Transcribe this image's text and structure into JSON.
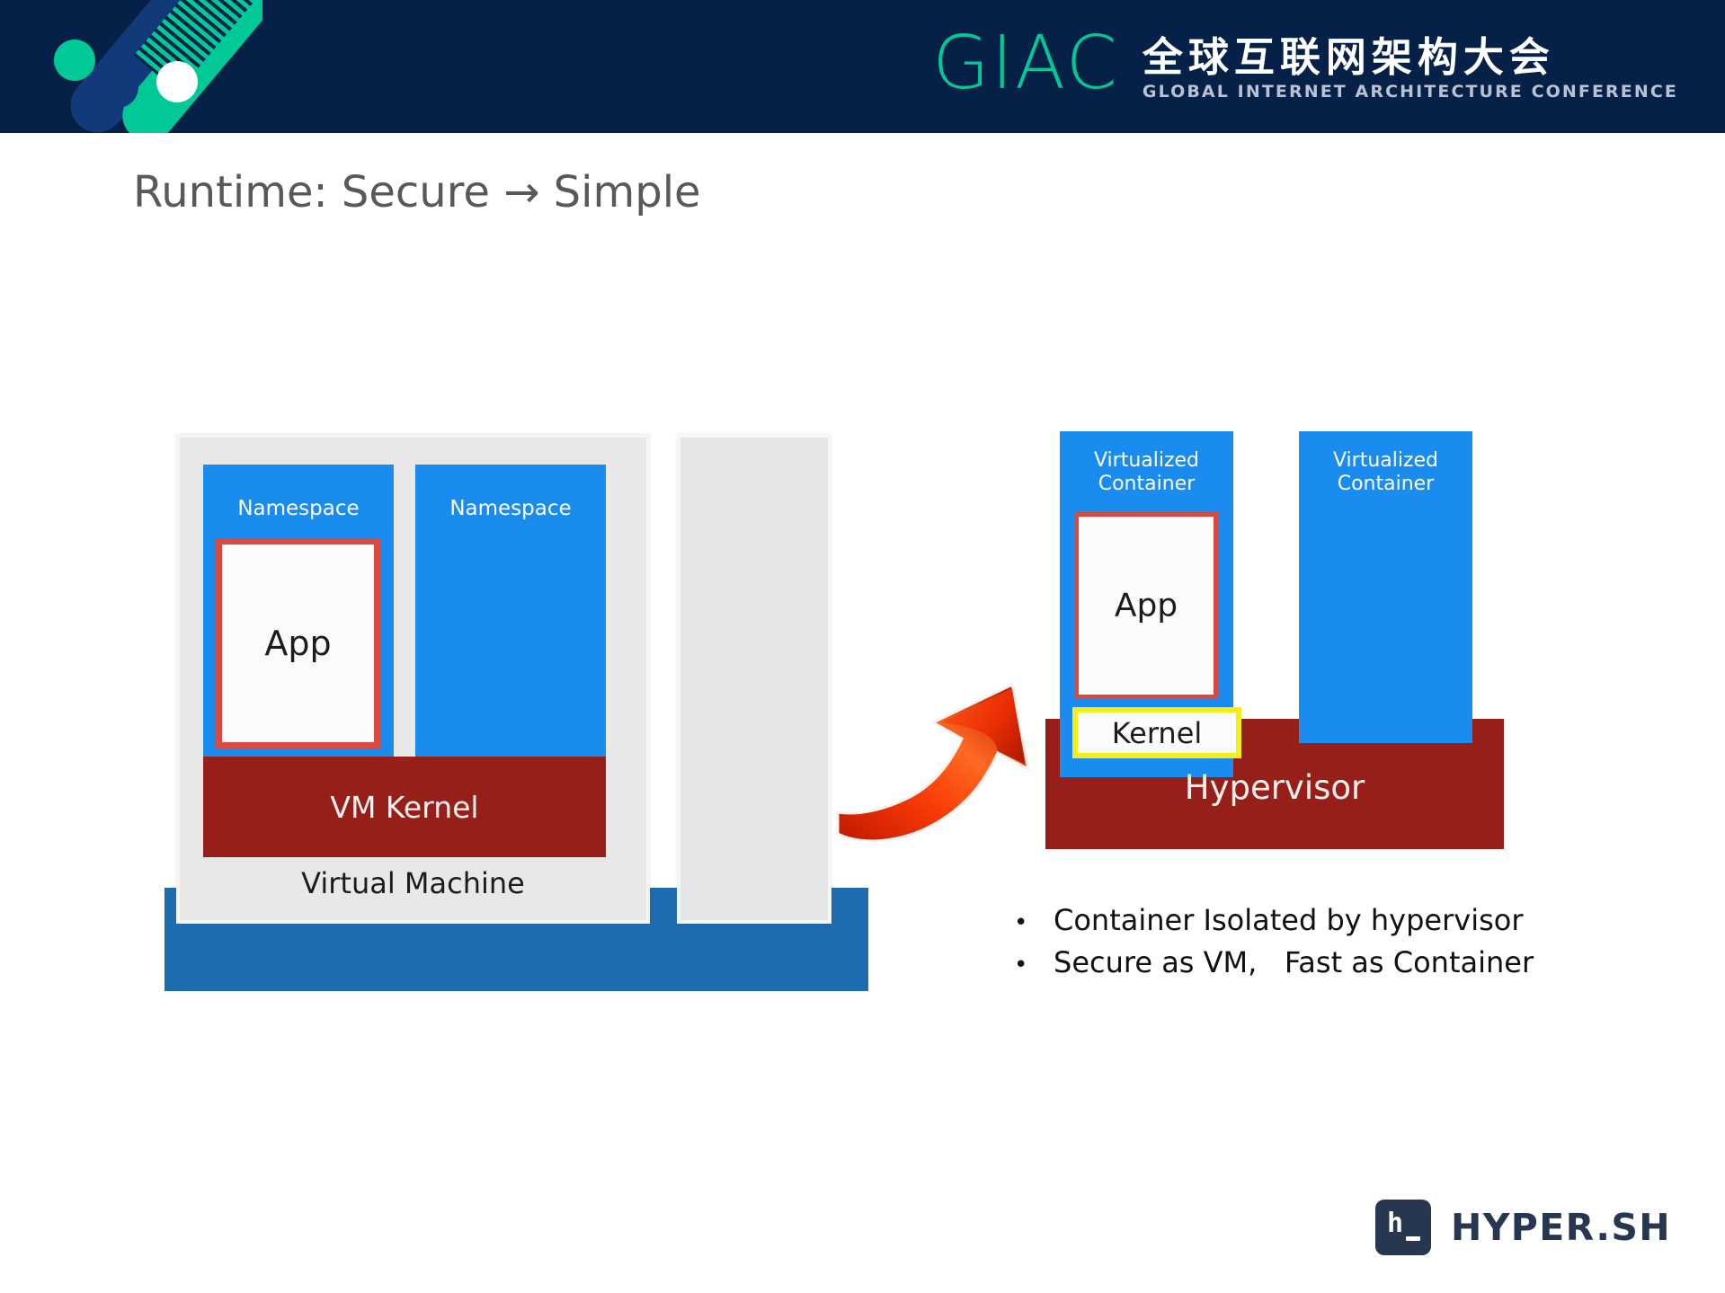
{
  "header": {
    "brand_wordmark": "GIAC",
    "brand_cn": "全球互联网架构大会",
    "brand_en": "GLOBAL INTERNET ARCHITECTURE CONFERENCE",
    "bg_color": "#062148",
    "accent_color": "#00c896",
    "logo_icon": "giac-diagonal-bars-logo"
  },
  "title": "Runtime: Secure → Simple",
  "left_diagram": {
    "name": "virtual-machine-architecture",
    "panel_label": "Virtual Machine",
    "namespace_labels": [
      "Namespace",
      "Namespace"
    ],
    "app_label": "App",
    "kernel_label": "VM Kernel",
    "base_color": "#1e6cb0",
    "namespace_color": "#1a8cf0",
    "kernel_color": "#962019",
    "app_border_color": "#d9493f",
    "panel_color": "#e8e8e8"
  },
  "arrow": {
    "name": "transition-arrow",
    "icon": "curved-arrow-up-right-icon",
    "color_start": "#ff4a10",
    "color_end": "#b31200"
  },
  "right_diagram": {
    "name": "hypervisor-architecture",
    "container_labels": [
      "Virtualized\nContainer",
      "Virtualized\nContainer"
    ],
    "container_label_line1": "Virtualized",
    "container_label_line2": "Container",
    "app_label": "App",
    "kernel_label": "Kernel",
    "base_label": "Hypervisor",
    "container_color": "#1a8cf0",
    "hypervisor_color": "#962019",
    "kernel_border_color": "#f5ef13",
    "app_border_color": "#d9493f"
  },
  "bullets": [
    {
      "marker": "•",
      "text": "Container Isolated by hypervisor"
    },
    {
      "marker": "•",
      "text": "Secure as VM,   Fast as Container"
    }
  ],
  "footer": {
    "logo_glyph": "h",
    "logo_word": "HYPER.SH",
    "logo_icon": "hyper-sh-terminal-badge-icon",
    "logo_color": "#27374f"
  }
}
